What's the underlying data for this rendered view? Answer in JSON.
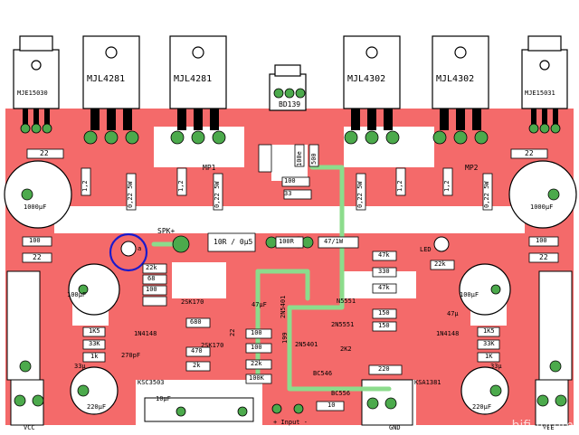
{
  "transistors": {
    "t1": "MJE15030",
    "t2": "MJL4281",
    "t3": "MJL4281",
    "t4": "BD139",
    "t5": "MJL4302",
    "t6": "MJL4302",
    "t7": "MJE15031"
  },
  "semis": {
    "mp1": "MP1",
    "mp2": "MP2",
    "q_2sk170_a": "2SK170",
    "q_2sk170_b": "2SK170",
    "q_ksc": "KSC3503",
    "q_ksa": "KSA1381",
    "q_n5551": "N5551",
    "q_bc546": "BC546",
    "q_bc556": "BC556",
    "q_2n5401_a": "2N5401",
    "q_2n5401_b": "2N5401",
    "q_2n5551": "2N5551",
    "d_1n4148_l": "1N4148",
    "d_1n4148_r": "1N4148",
    "led": "LED",
    "led_a": "a"
  },
  "resistors": {
    "r22_tl": "22",
    "r22_tr": "22",
    "r22_l": "22",
    "r22_r": "22",
    "r100_l": "100",
    "r100_r": "100",
    "r100_top": "100",
    "r500": "500",
    "r100e": "100e",
    "r33": "33",
    "r1_2a": "1,2",
    "r1_2b": "1,2",
    "r1_2c": "1,2",
    "r1_2d": "1,2",
    "r022a": "0,22 5W",
    "r022b": "0,22 5W",
    "r022c": "0,22 5W",
    "r022d": "0,22 5W",
    "r10r": "10R / 0µ5",
    "r100r": "100R",
    "r47_1w": "47/1W",
    "r22k_l": "22k",
    "r68": "68",
    "r100_lw": "100",
    "r47k_a": "47k",
    "r330": "330",
    "r47k_b": "47k",
    "r22k_r": "22k",
    "r150a": "150",
    "r150b": "150",
    "r1k5_l": "1K5",
    "r33k_l": "33K",
    "r1k_l": "1k",
    "r1k5_r": "1K5",
    "r33k_r": "33K",
    "r1k_r": "1K",
    "r470": "470",
    "r680": "680",
    "r2k": "2k",
    "r22k_m": "22k",
    "r100k": "100K",
    "r100_m": "100",
    "r199": "199",
    "r22_m": "22",
    "r220": "220",
    "r10": "10",
    "r2k2": "2K2",
    "r100m2": "100"
  },
  "caps": {
    "c1000_l": "1000µF",
    "c1000_r": "1000µF",
    "c100u_l": "100µF",
    "c100u_r": "100µF",
    "c220u_l": "220µF",
    "c220u_r": "220µF",
    "c47u": "47µF",
    "c10u": "10µF",
    "c270p": "270pF",
    "c33u_l": "33µ",
    "c33u_r": "33µ",
    "c47u_r": "47µ"
  },
  "labels": {
    "spk": "SPK+",
    "vcc": "VCC",
    "vee": "VEE",
    "gnd": "GND",
    "input": "+ Input -",
    "watermark": "hifi-forum"
  },
  "colors": {
    "copper": "#f46a6a",
    "trace_green": "#8cdc8c",
    "pad_green": "#4caa4c",
    "marker_blue": "#1a1acc"
  }
}
